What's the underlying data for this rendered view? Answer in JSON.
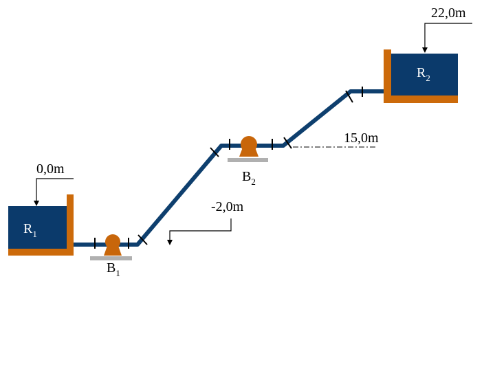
{
  "colors": {
    "reservoir_water": "#0b3a6b",
    "reservoir_wall": "#cc6a0a",
    "pipe": "#0e3f6e",
    "pump": "#c8660a",
    "pump_base": "#b0b0b0",
    "reference_line": "#000000",
    "ink": "#000000"
  },
  "reservoirs": [
    {
      "id": "R1",
      "name": "R",
      "sub": "1",
      "level": "0,0m"
    },
    {
      "id": "R2",
      "name": "R",
      "sub": "2",
      "level": "22,0m"
    }
  ],
  "pumps": [
    {
      "id": "B1",
      "name": "B",
      "sub": "1",
      "level": "-2,0m"
    },
    {
      "id": "B2",
      "name": "B",
      "sub": "2",
      "level": "15,0m"
    }
  ],
  "icons": [
    "reservoir-icon",
    "pump-icon",
    "pipe-joint-icon",
    "arrow-down-icon"
  ]
}
